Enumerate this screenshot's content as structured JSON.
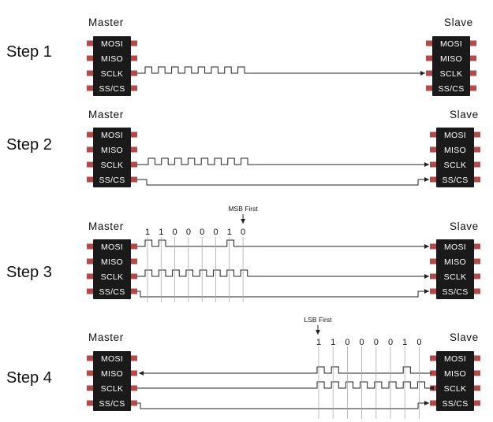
{
  "steps": [
    {
      "label": "Step 1",
      "master_label": "Master",
      "slave_label": "Slave"
    },
    {
      "label": "Step 2",
      "master_label": "Master",
      "slave_label": "Slave"
    },
    {
      "label": "Step 3",
      "master_label": "Master",
      "slave_label": "Slave",
      "first_label": "MSB First",
      "bits": [
        "1",
        "1",
        "0",
        "0",
        "0",
        "0",
        "1",
        "0"
      ]
    },
    {
      "label": "Step 4",
      "master_label": "Master",
      "slave_label": "Slave",
      "first_label": "LSB First",
      "bits": [
        "1",
        "1",
        "0",
        "0",
        "0",
        "0",
        "1",
        "0"
      ]
    }
  ],
  "pins": [
    "MOSI",
    "MISO",
    "SCLK",
    "SS/CS"
  ],
  "colors": {
    "chip": "#1a1a1a",
    "pin": "#b24a4a",
    "wire": "#222222",
    "gridline": "#aaaaaa"
  }
}
